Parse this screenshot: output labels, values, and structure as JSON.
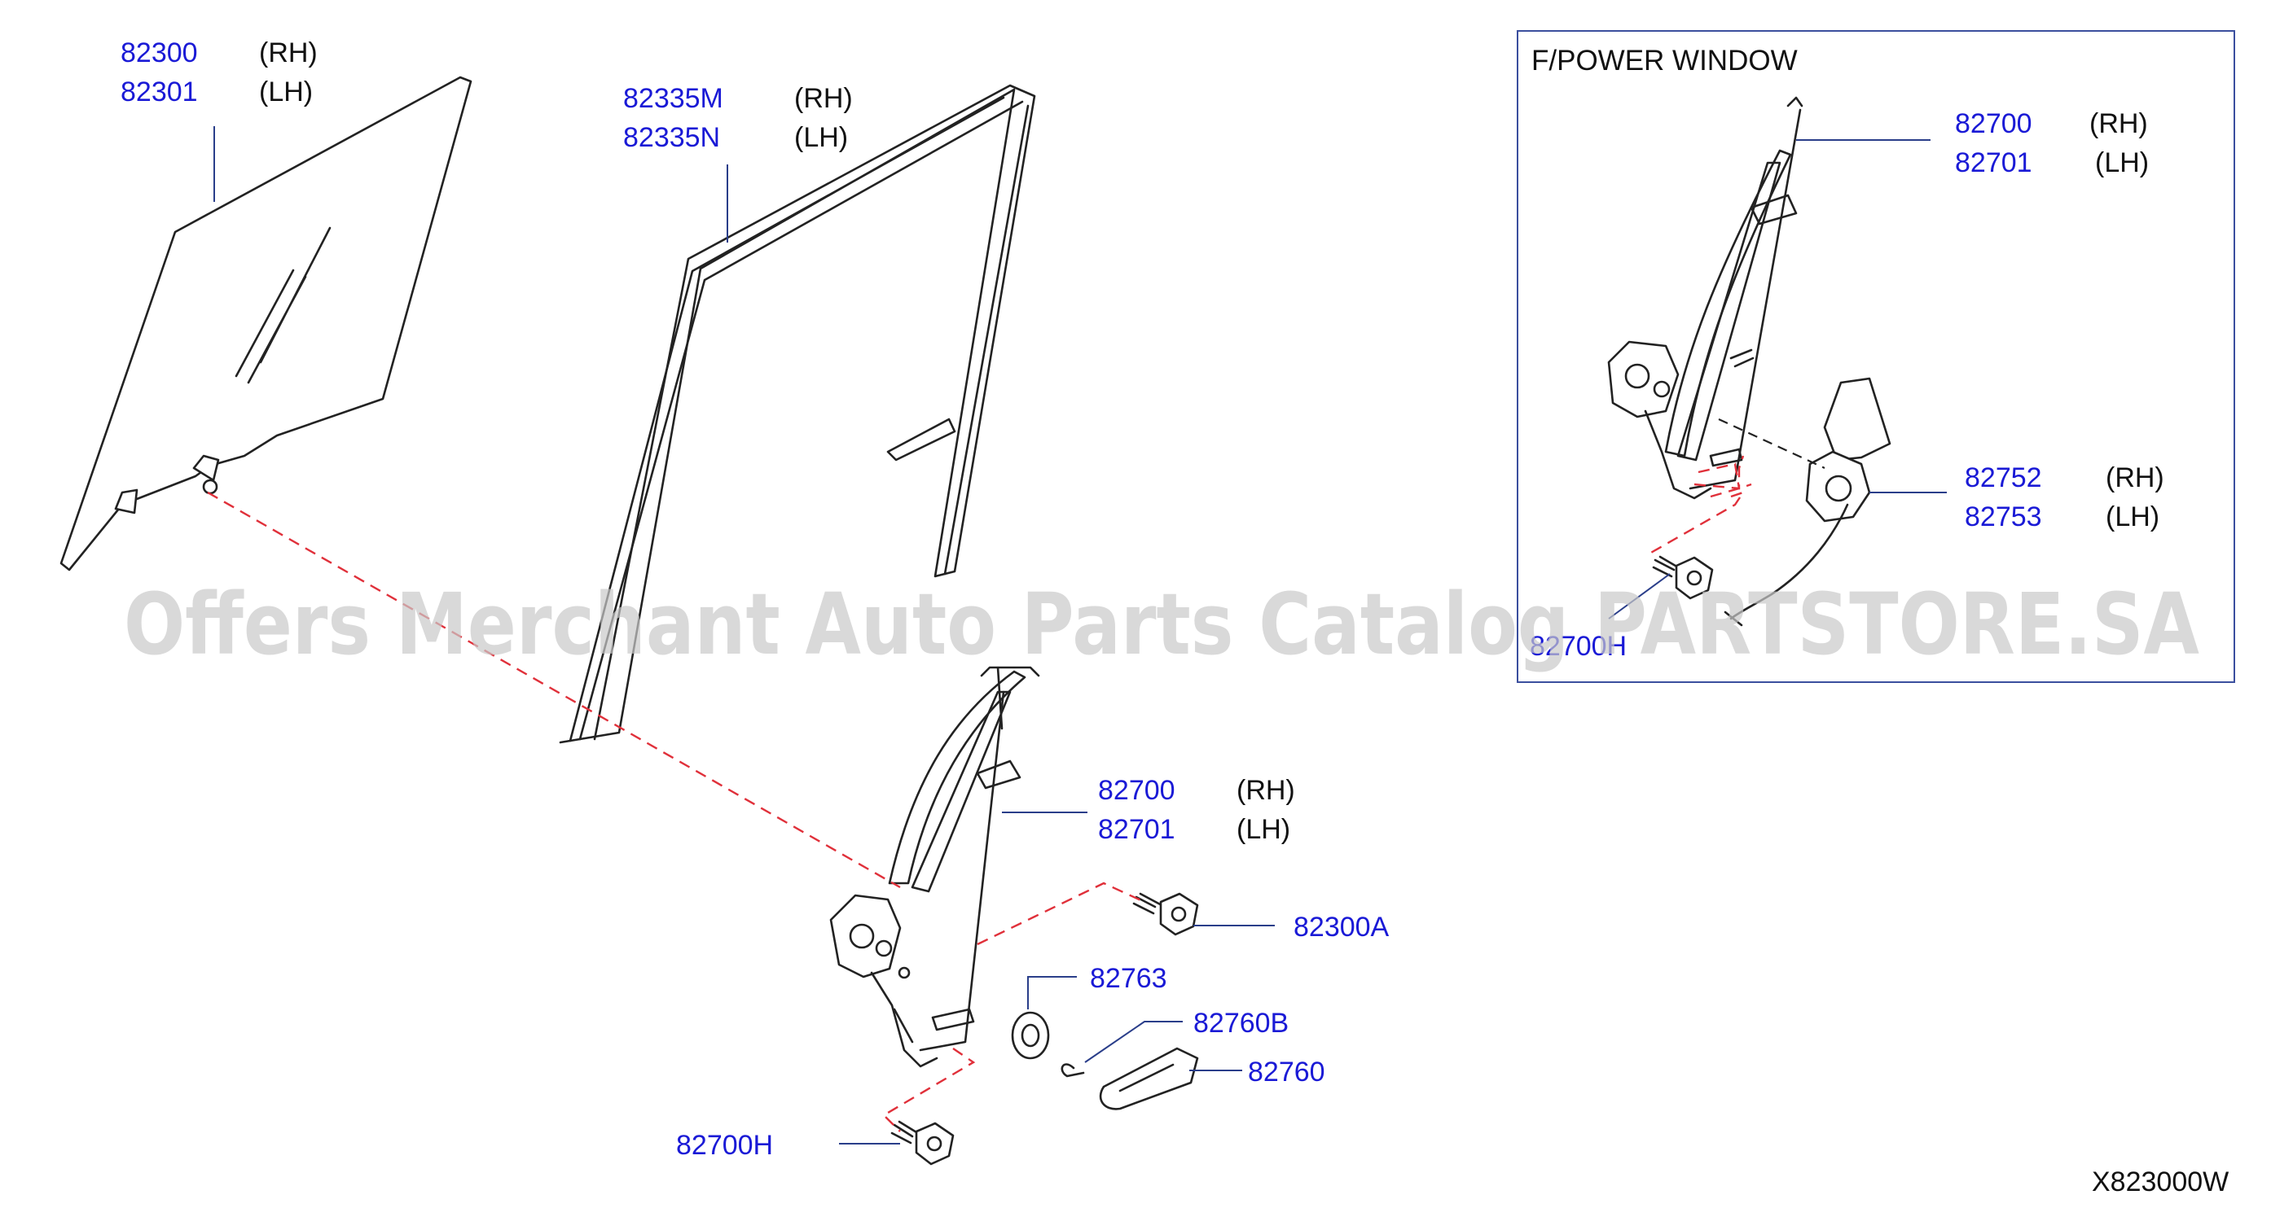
{
  "inset": {
    "title": "F/POWER  WINDOW"
  },
  "labels": {
    "glass": {
      "rh": "82300",
      "lh": "82301",
      "rh_side": "(RH)",
      "lh_side": "(LH)"
    },
    "sash": {
      "rh": "82335M",
      "lh": "82335N",
      "rh_side": "(RH)",
      "lh_side": "(LH)"
    },
    "regulator": {
      "rh": "82700",
      "lh": "82701",
      "rh_side": "(RH)",
      "lh_side": "(LH)"
    },
    "bolt_a": "82300A",
    "washer": "82763",
    "clip": "82760B",
    "handle": "82760",
    "bolt_h": "82700H",
    "inset_regulator": {
      "rh": "82700",
      "lh": "82701",
      "rh_side": "(RH)",
      "lh_side": "(LH)"
    },
    "motor": {
      "rh": "82752",
      "lh": "82753",
      "rh_side": "(RH)",
      "lh_side": "(LH)"
    },
    "inset_bolt": "82700H"
  },
  "watermark": "Offers Merchant Auto Parts Catalog PARTSTORE.SA",
  "figure_code": "X823000W",
  "colors": {
    "part_number": "#1a1ad6",
    "leader": "#2a3e8a",
    "dash": "#e0303a",
    "frame": "#3b4f9e",
    "watermark": "#c9c9c9"
  }
}
